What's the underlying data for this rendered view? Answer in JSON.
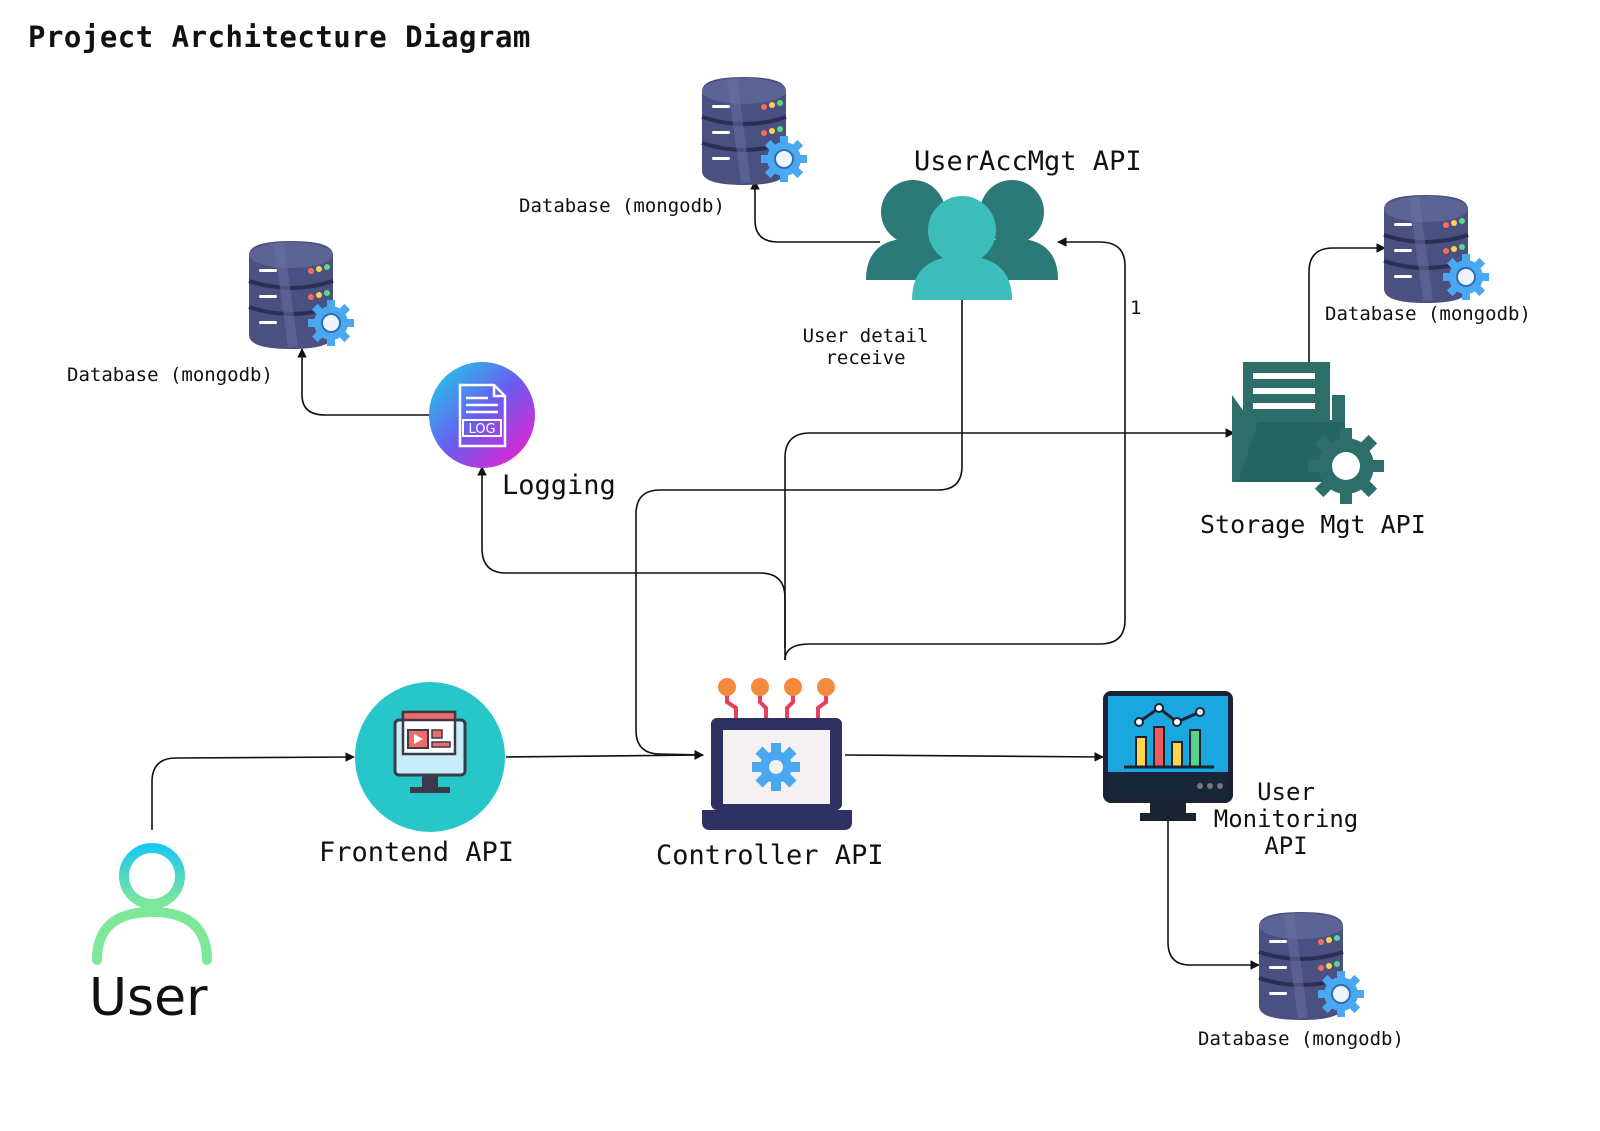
{
  "title": "Project Architecture Diagram",
  "nodes": {
    "user": {
      "label": "User",
      "icon": "user-icon"
    },
    "frontend": {
      "label": "Frontend API",
      "icon": "monitor-web-icon"
    },
    "controller": {
      "label": "Controller API",
      "icon": "laptop-gear-icon"
    },
    "logging": {
      "label": "Logging",
      "icon": "log-file-icon"
    },
    "useraccmgt": {
      "label": "UserAccMgt API",
      "icon": "user-group-icon"
    },
    "storage": {
      "label": "Storage Mgt API",
      "icon": "folder-gear-icon"
    },
    "monitoring": {
      "label_lines": [
        "User",
        "Monitoring",
        "API"
      ],
      "icon": "monitor-chart-icon"
    }
  },
  "databases": {
    "useraccmgt_db": {
      "label": "Database (mongodb)",
      "icon": "database-gear-icon"
    },
    "logging_db": {
      "label": "Database (mongodb)",
      "icon": "database-gear-icon"
    },
    "storage_db": {
      "label": "Database (mongodb)",
      "icon": "database-gear-icon"
    },
    "monitoring_db": {
      "label": "Database (mongodb)",
      "icon": "database-gear-icon"
    }
  },
  "edge_labels": {
    "user_detail": [
      "User detail",
      "receive"
    ],
    "controller_to_useraccmgt": "1"
  },
  "colors": {
    "teal_circle": "#26c6c9",
    "teal_dark": "#2b7a78",
    "teal_light": "#3cbdbb",
    "storage_green": "#2d6e6a",
    "db_body": "#4a5080",
    "db_top": "#5a6292",
    "gear_blue": "#4aa8f0",
    "laptop_navy": "#2e3161",
    "monitor_blue": "#1aa7e0"
  }
}
